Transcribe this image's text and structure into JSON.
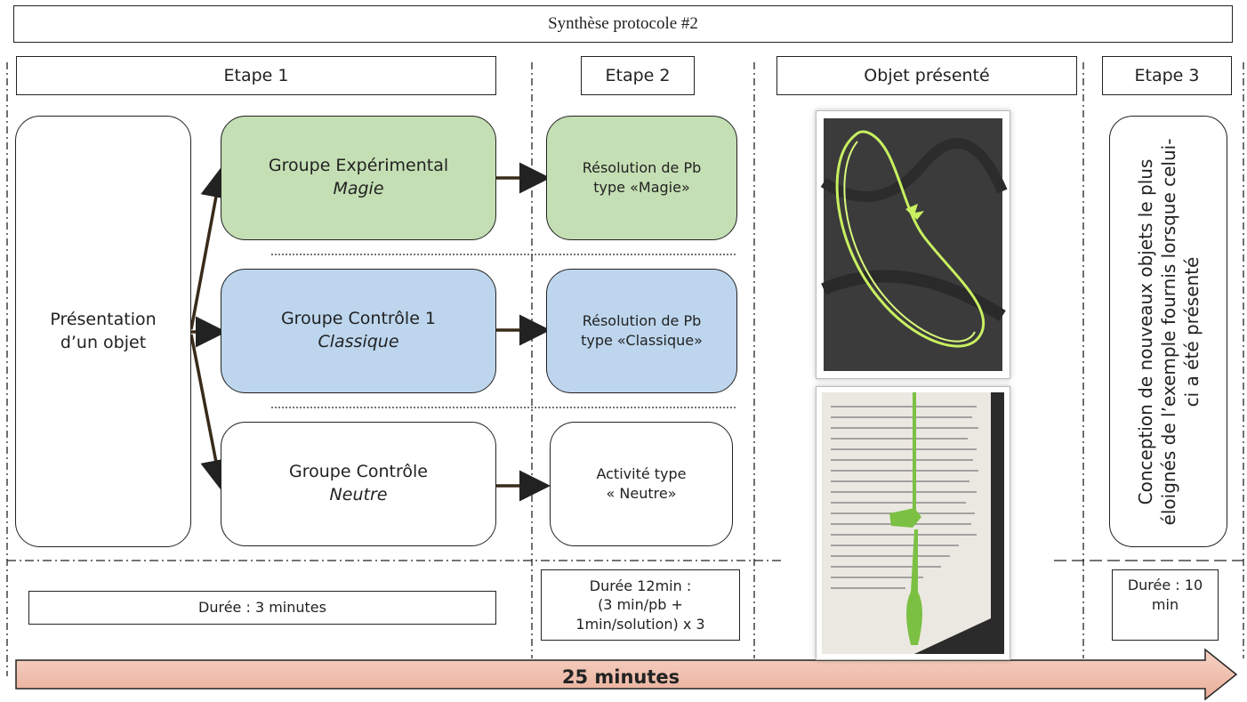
{
  "title": "Synthèse protocole #2",
  "headers": {
    "etape1": "Etape 1",
    "etape2": "Etape 2",
    "objet": "Objet présenté",
    "etape3": "Etape 3"
  },
  "presentation": {
    "line1": "Présentation",
    "line2": "d’un objet"
  },
  "groups": [
    {
      "name": "Groupe Expérimental",
      "mode": "Magie",
      "color": "#c5dfb4"
    },
    {
      "name": "Groupe Contrôle 1",
      "mode": "Classique",
      "color": "#bdd6ee"
    },
    {
      "name": "Groupe Contrôle",
      "mode": "Neutre",
      "color": "#ffffff"
    }
  ],
  "activities": [
    {
      "line1": "Résolution de Pb",
      "line2": "type «Magie»"
    },
    {
      "line1": "Résolution de Pb",
      "line2": "type «Classique»"
    },
    {
      "line1": "Activité type",
      "line2": "« Neutre»"
    }
  ],
  "etape3_text": "Conception de nouveaux objets le plus éloignés de l’exemple fournis lorsque celui-ci a été présenté",
  "durations": {
    "etape1": "Durée : 3 minutes",
    "etape2": {
      "line1": "Durée 12min :",
      "line2": "(3 min/pb +",
      "line3": "1min/solution) x 3"
    },
    "etape3": {
      "line1": "Durée : 10",
      "line2": "min"
    }
  },
  "total": "25 minutes",
  "images": [
    {
      "icon": "green-cord-loop-photo",
      "background": "#3a3a3a",
      "cord_color": "#c8f060"
    },
    {
      "icon": "bookmark-in-book-photo",
      "background": "#e9e7e2",
      "cord_color": "#7bc043"
    }
  ],
  "colors": {
    "arrow_fill": "#f2c4b4",
    "arrow_fill_dark": "#e3a08d"
  }
}
